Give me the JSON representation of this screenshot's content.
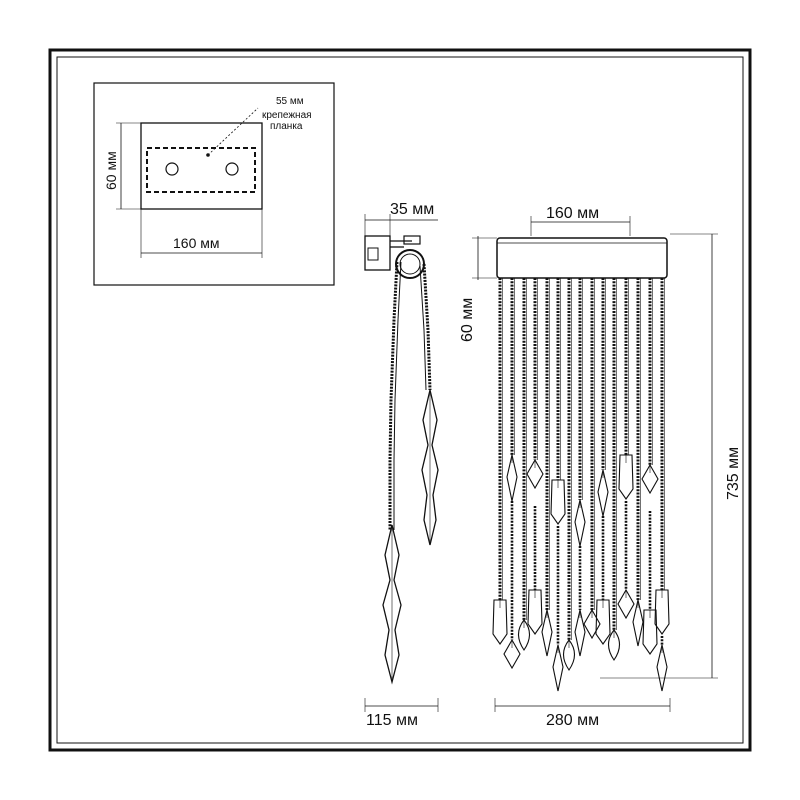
{
  "inset": {
    "bracket_width_label": "55 мм",
    "bracket_name_line1": "крепежная",
    "bracket_name_line2": "планка",
    "height_label": "60 мм",
    "width_label": "160 мм"
  },
  "side_view": {
    "depth_label": "35 мм",
    "width_label": "115 мм"
  },
  "front_view": {
    "top_width_label": "160 мм",
    "base_height_label": "60 мм",
    "total_height_label": "735 мм",
    "bottom_width_label": "280 мм"
  },
  "colors": {
    "line": "#111111",
    "background": "#ffffff"
  }
}
